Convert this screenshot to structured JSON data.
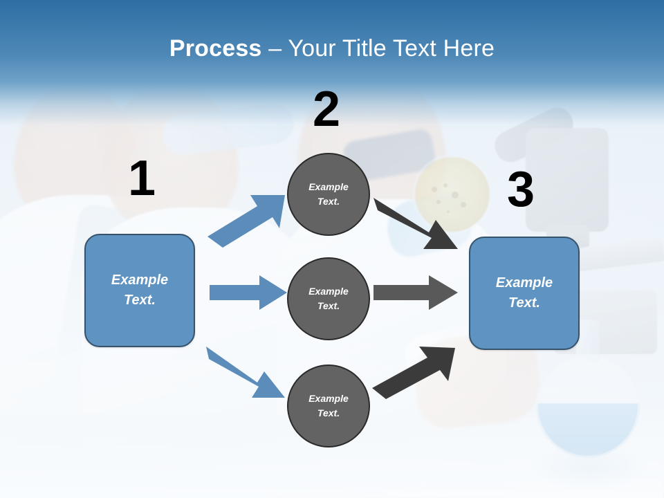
{
  "slide": {
    "title_bold": "Process",
    "title_rest": " – Your Title Text Here",
    "title_full": "Process – Your Title Text Here",
    "background_description": "faded laboratory photo: scientists in white coats, petri dish, microscope, round flask"
  },
  "colors": {
    "header_gradient_top": "#2e6ea3",
    "header_gradient_bottom": "#6fa2c8",
    "box_fill": "#5e93c2",
    "box_border": "#37526b",
    "circle_fill": "#636363",
    "circle_border": "#2a2a2a",
    "arrow_blue": "#5b8cba",
    "arrow_gray_dark": "#3b3b3b",
    "arrow_gray_mid": "#595959",
    "number_color": "#000000",
    "shape_text_color": "#ffffff"
  },
  "steps": {
    "one": "1",
    "two": "2",
    "three": "3"
  },
  "shapes": {
    "box_left": {
      "line1": "Example",
      "line2": "Text."
    },
    "box_right": {
      "line1": "Example",
      "line2": "Text."
    },
    "circle_top": {
      "line1": "Example",
      "line2": "Text."
    },
    "circle_middle": {
      "line1": "Example",
      "line2": "Text."
    },
    "circle_bottom": {
      "line1": "Example",
      "line2": "Text."
    }
  },
  "arrows": {
    "blue_up": "arrow-up-right-blue",
    "blue_right": "arrow-right-blue",
    "blue_down": "arrow-down-right-blue",
    "gray_down": "arrow-down-right-gray",
    "gray_right": "arrow-right-gray",
    "gray_up": "arrow-up-right-gray"
  }
}
